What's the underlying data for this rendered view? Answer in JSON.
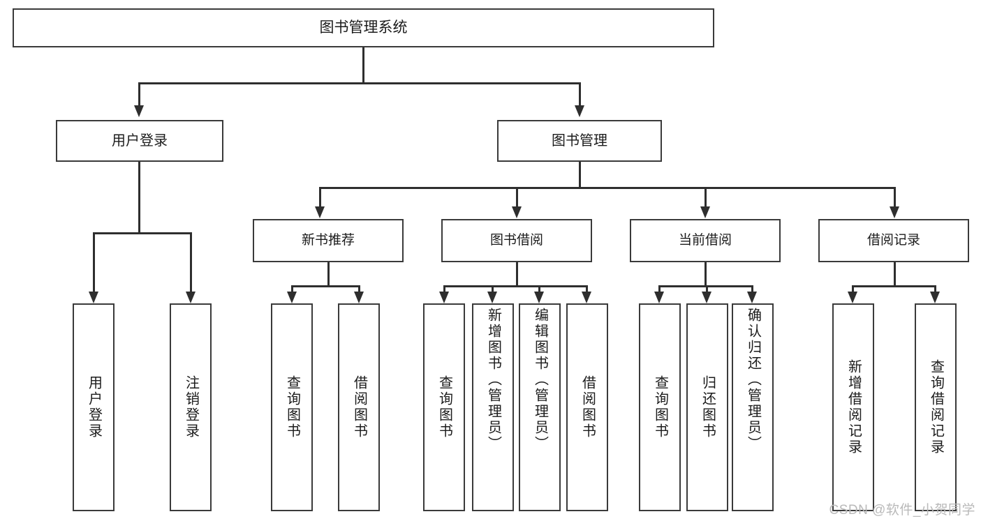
{
  "diagram": {
    "type": "tree",
    "title": "图书管理系统",
    "watermark": "CSDN @软件_小贺同学",
    "colors": {
      "box_border": "#3a3a3a",
      "connector": "#2e2e2e",
      "text": "#1b1b1b",
      "background": "#ffffff",
      "watermark": "#b9b9b9"
    },
    "nodes": {
      "root": "图书管理系统",
      "level1": [
        {
          "label": "用户登录"
        },
        {
          "label": "图书管理"
        }
      ],
      "level2": [
        {
          "label": "新书推荐"
        },
        {
          "label": "图书借阅"
        },
        {
          "label": "当前借阅"
        },
        {
          "label": "借阅记录"
        }
      ],
      "leaves": {
        "user_login": [
          {
            "label": "用户登录"
          },
          {
            "label": "注销登录"
          }
        ],
        "new_book_recommend": [
          {
            "label": "查询图书"
          },
          {
            "label": "借阅图书"
          }
        ],
        "book_borrow": [
          {
            "label": "查询图书"
          },
          {
            "label": "新增图书（管理员）"
          },
          {
            "label": "编辑图书（管理员）"
          },
          {
            "label": "借阅图书"
          }
        ],
        "current_borrow": [
          {
            "label": "查询图书"
          },
          {
            "label": "归还图书"
          },
          {
            "label": "确认归还（管理员）"
          }
        ],
        "borrow_record": [
          {
            "label": "新增借阅记录"
          },
          {
            "label": "查询借阅记录"
          }
        ]
      }
    }
  }
}
